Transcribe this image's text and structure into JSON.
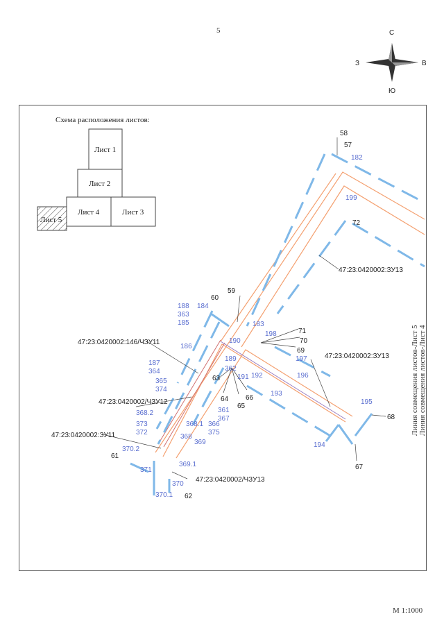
{
  "page_number": "5",
  "scale": "М 1:1000",
  "compass": {
    "north": "С",
    "south": "Ю",
    "east": "В",
    "west": "З"
  },
  "sheet_scheme": {
    "title": "Схема расположения листов:",
    "sheets": [
      "Лист 1",
      "Лист 2",
      "Лист 4",
      "Лист 3",
      "Лист 5"
    ]
  },
  "side_labels": [
    "Линия совмещения листов-Лист 5",
    "Линия совмещения листов-Лист 4"
  ],
  "parcel_labels": {
    "zu13_top": "47:23:0420002:ЗУ13",
    "chzu11": "47:23:0420002:146/ЧЗУ11",
    "zu13_right": "47:23:0420002:ЗУ13",
    "chzu12": "47:23:0420002/ЧЗУ12",
    "zu11": "47:23:0420002:ЗУ11",
    "chzu13": "47:23:0420002/ЧЗУ13"
  },
  "point_labels": {
    "p58": "58",
    "p57": "57",
    "p182": "182",
    "p199": "199",
    "p72": "72",
    "p60": "60",
    "p59": "59",
    "p188": "188",
    "p184": "184",
    "p363": "363",
    "p185": "185",
    "p183": "183",
    "p186": "186",
    "p190": "190",
    "p198": "198",
    "p71": "71",
    "p70": "70",
    "p69": "69",
    "p197": "197",
    "p196": "196",
    "p189": "189",
    "p187": "187",
    "p364": "364",
    "p362": "362",
    "p191": "191",
    "p192": "192",
    "p63": "63",
    "p365": "365",
    "p374": "374",
    "p64": "64",
    "p65": "65",
    "p66": "66",
    "p193": "193",
    "p361": "361",
    "p367": "367",
    "p195": "195",
    "p368_2": "368.2",
    "p368_1": "368.1",
    "p366": "366",
    "p375": "375",
    "p373": "373",
    "p68": "68",
    "p372": "372",
    "p368": "368",
    "p369": "369",
    "p370_2": "370.2",
    "p194": "194",
    "p61": "61",
    "p369_1": "369.1",
    "p371": "371",
    "p67": "67",
    "p370": "370",
    "p370_1": "370.1",
    "p62": "62"
  }
}
